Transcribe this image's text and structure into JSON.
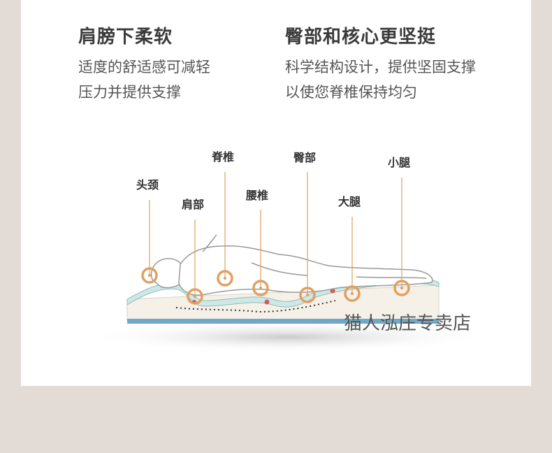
{
  "left_panel": {
    "heading": "肩膀下柔软",
    "lines": [
      "适度的舒适感可减轻",
      "压力并提供支撑"
    ]
  },
  "right_panel": {
    "heading": "臀部和核心更坚挺",
    "lines": [
      "科学结构设计，提供坚固支撑",
      "以使您脊椎保持均匀"
    ]
  },
  "body_labels": {
    "head_neck": "头颈",
    "shoulder": "肩部",
    "spine": "脊椎",
    "lumbar": "腰椎",
    "hip": "臀部",
    "thigh": "大腿",
    "calf": "小腿"
  },
  "watermark": "猫人泓庄专卖店",
  "colors": {
    "background": "#e3dcd6",
    "card": "#ffffff",
    "marker": "#e0a060",
    "foam_top": "#cfe8e6",
    "foam_base": "#6fa8c8"
  }
}
